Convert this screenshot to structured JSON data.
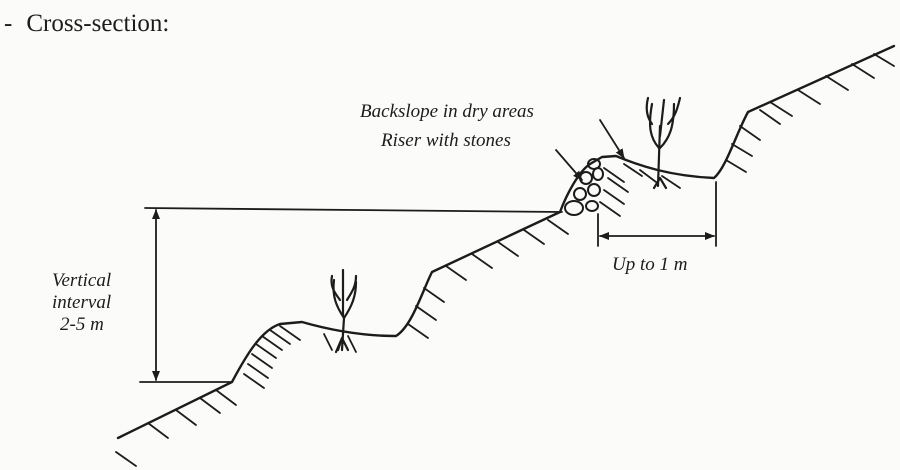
{
  "heading": {
    "bullet": "-",
    "text": "Cross-section:"
  },
  "labels": {
    "backslope": "Backslope in dry areas",
    "riser": "Riser with stones",
    "vertical_interval_1": "Vertical",
    "vertical_interval_2": "interval",
    "vertical_interval_3": "2-5 m",
    "width": "Up to 1 m"
  }
}
